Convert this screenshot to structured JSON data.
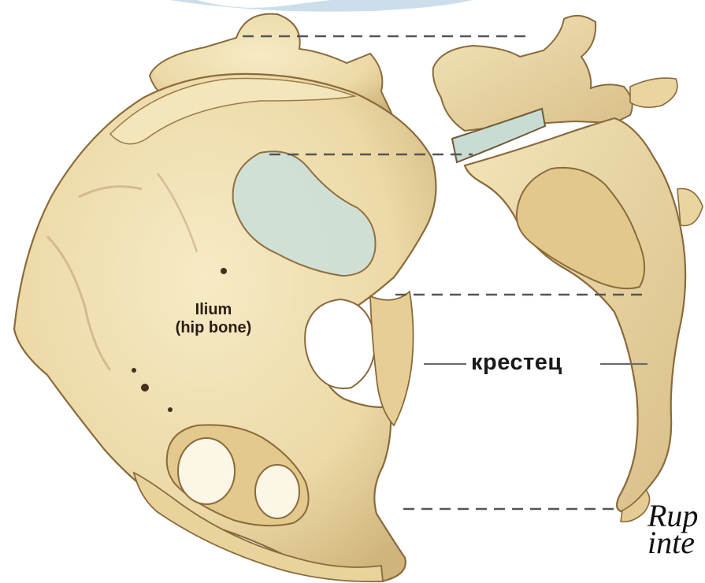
{
  "labels": {
    "ilium_line1": "Ilium",
    "ilium_line2": "(hip bone)",
    "sacrum": "крестец"
  },
  "caption": {
    "line1": "Rup",
    "line2": "inte"
  },
  "colors": {
    "bone_fill": "#ecd9a6",
    "bone_light": "#f6ebc6",
    "bone_shadow": "#c9ae74",
    "bone_outline": "#8a6a3c",
    "cartilage": "#c9dcd4",
    "guide_line": "#555555"
  }
}
